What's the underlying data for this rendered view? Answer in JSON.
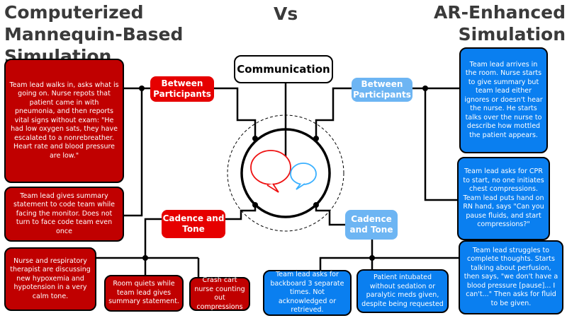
{
  "titles": {
    "left": "Computerized Mannequin-Based Simulation",
    "vs": "Vs",
    "right": "AR-Enhanced Simulation"
  },
  "center": {
    "label": "Communication"
  },
  "labels": {
    "left_between": "Between Participants",
    "left_cadence": "Cadence and Tone",
    "right_between": "Between Participants",
    "right_cadence": "Cadence and Tone"
  },
  "left_boxes": [
    "Team lead walks in, asks what is going on. Nurse repots that patient came in with pneumonia, and then reports vital signs without exam: \"He had low oxygen sats, they have escalated to a nonrebreather. Heart rate and blood pressure are low.\"",
    "Team lead gives summary statement to code team while facing the monitor. Does not turn to face code team even once",
    "Nurse and respiratory therapist are discussing new hypoxemia and hypotension in a very calm tone.",
    "Room quiets while team lead gives summary statement.",
    "Crash cart nurse counting out compressions"
  ],
  "right_boxes": [
    "Team lead arrives in the room. Nurse starts to give summary but team lead either ignores or doesn't hear the nurse. He starts talks over the nurse to describe how mottled the patient appears.",
    "Team lead asks for CPR to start, no one initiates chest compressions. Team lead puts hand on RN hand, says \"Can you pause fluids, and start compressions?\"",
    "Team lead asks for backboard 3 separate times. Not acknowledged or retrieved.",
    "Patient intubated without sedation or paralytic meds given, despite being requested",
    "Team lead struggles to complete thoughts.  Starts talking about perfusion, then says, \"we don't have a blood pressure [pause]... I can't...\" Then asks for fluid to be given."
  ],
  "colors": {
    "red_box": "#c00000",
    "red_label": "#e60000",
    "blue_box": "#0a7ff0",
    "blue_label": "#6db5f3",
    "title": "#3a3a3a"
  },
  "icons": [
    "speech-bubble-red-icon",
    "speech-bubble-blue-icon"
  ]
}
